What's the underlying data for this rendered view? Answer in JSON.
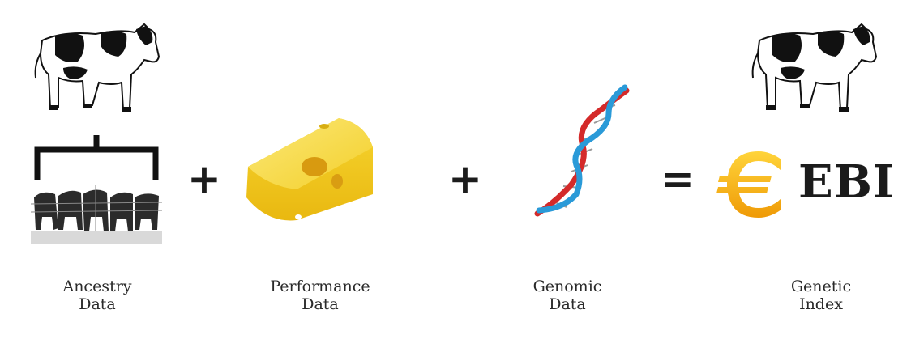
{
  "operators": {
    "plus1": "+",
    "plus2": "+",
    "equals": "="
  },
  "result_text": "EBI",
  "labels": {
    "ancestry": [
      "Ancestry",
      "Data"
    ],
    "performance": [
      "Performance",
      "Data"
    ],
    "genomic": [
      "Genomic",
      "Data"
    ],
    "genetic": [
      "Genetic",
      "Index"
    ]
  },
  "icons": {
    "cow_left": "cow-icon",
    "herd": "herd-photo",
    "cheese": "cheese-icon",
    "dna": "dna-helix-icon",
    "cow_right": "cow-icon",
    "euro": "euro-icon"
  },
  "colors": {
    "cheese": "#f5d328",
    "dna_red": "#d42a2a",
    "dna_blue": "#2a9ad8",
    "euro_gold": "#f3a90a",
    "text_dark": "#1b1b1b"
  }
}
